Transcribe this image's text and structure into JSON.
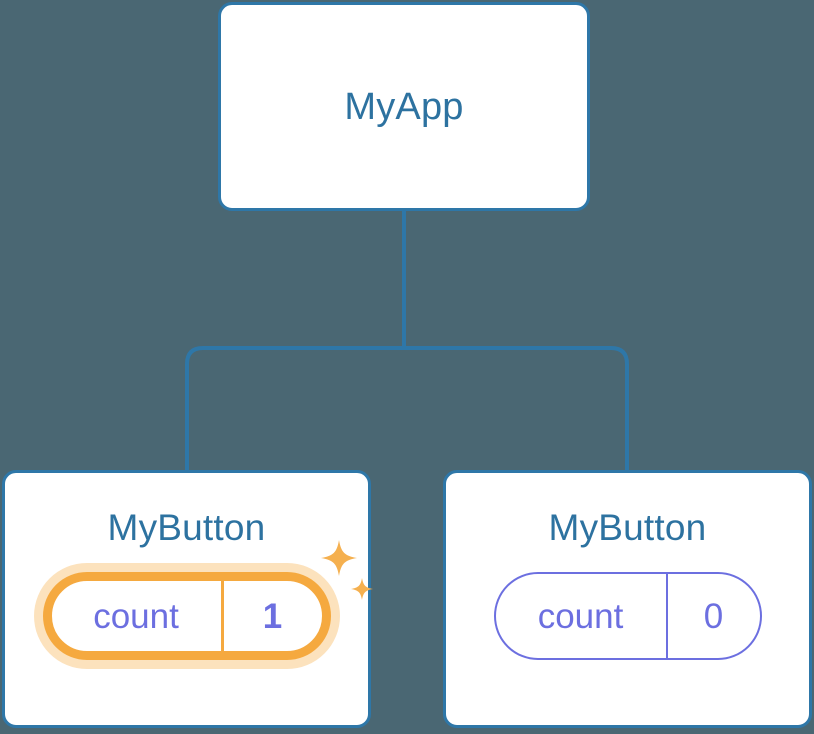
{
  "diagram": {
    "type": "component-tree",
    "background_color": "#4a6773",
    "node_border_color": "#2e77a8",
    "node_title_color": "#2d72a0",
    "state_color": "#6c6fe0",
    "highlight_color": "#f5a93f",
    "highlight_glow_color": "#fbd6a2",
    "connector_color": "#2e77a8"
  },
  "root": {
    "title": "MyApp"
  },
  "children": [
    {
      "title": "MyButton",
      "state": {
        "key": "count",
        "value": "1"
      },
      "highlighted": true,
      "sparkle_large": "sparkle-icon",
      "sparkle_small": "sparkle-icon"
    },
    {
      "title": "MyButton",
      "state": {
        "key": "count",
        "value": "0"
      },
      "highlighted": false
    }
  ]
}
